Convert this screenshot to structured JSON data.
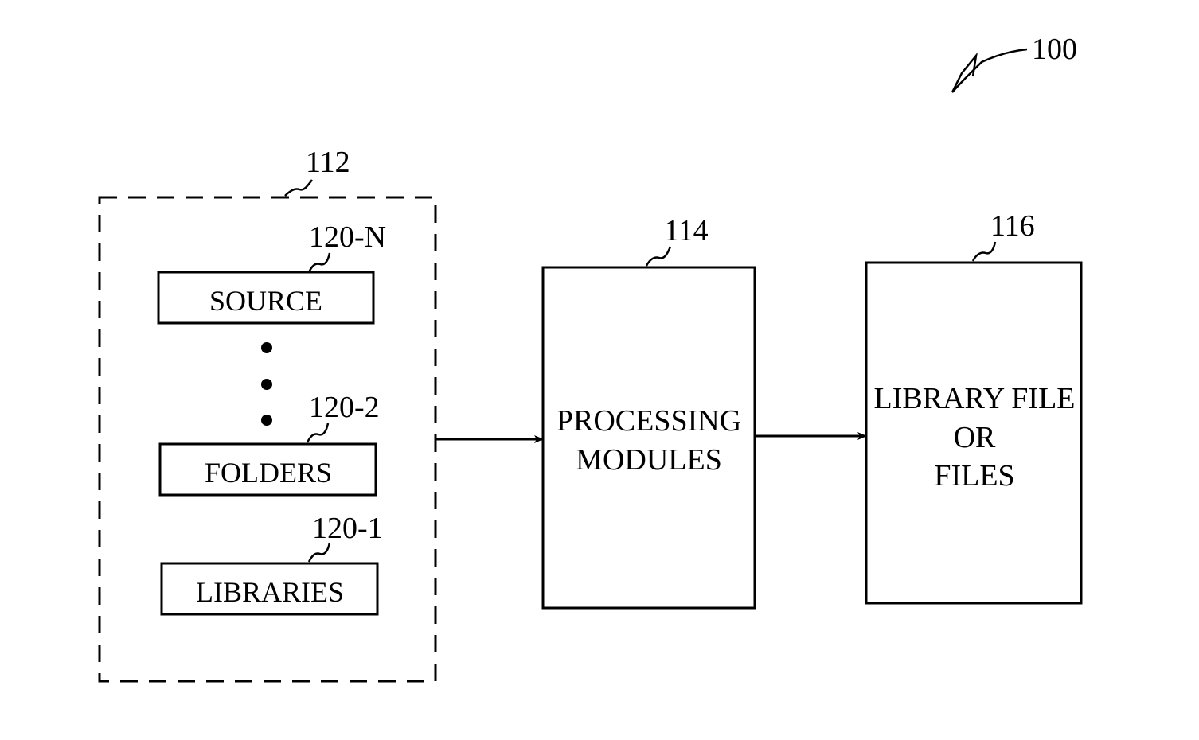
{
  "figure_ref": "100",
  "input_group": {
    "ref": "112",
    "items": [
      {
        "ref": "120-N",
        "label": "SOURCE"
      },
      {
        "ref": "120-2",
        "label": "FOLDERS"
      },
      {
        "ref": "120-1",
        "label": "LIBRARIES"
      }
    ]
  },
  "processing": {
    "ref": "114",
    "lines": [
      "PROCESSING",
      "MODULES"
    ]
  },
  "output": {
    "ref": "116",
    "lines": [
      "LIBRARY FILE",
      "OR",
      "FILES"
    ]
  }
}
